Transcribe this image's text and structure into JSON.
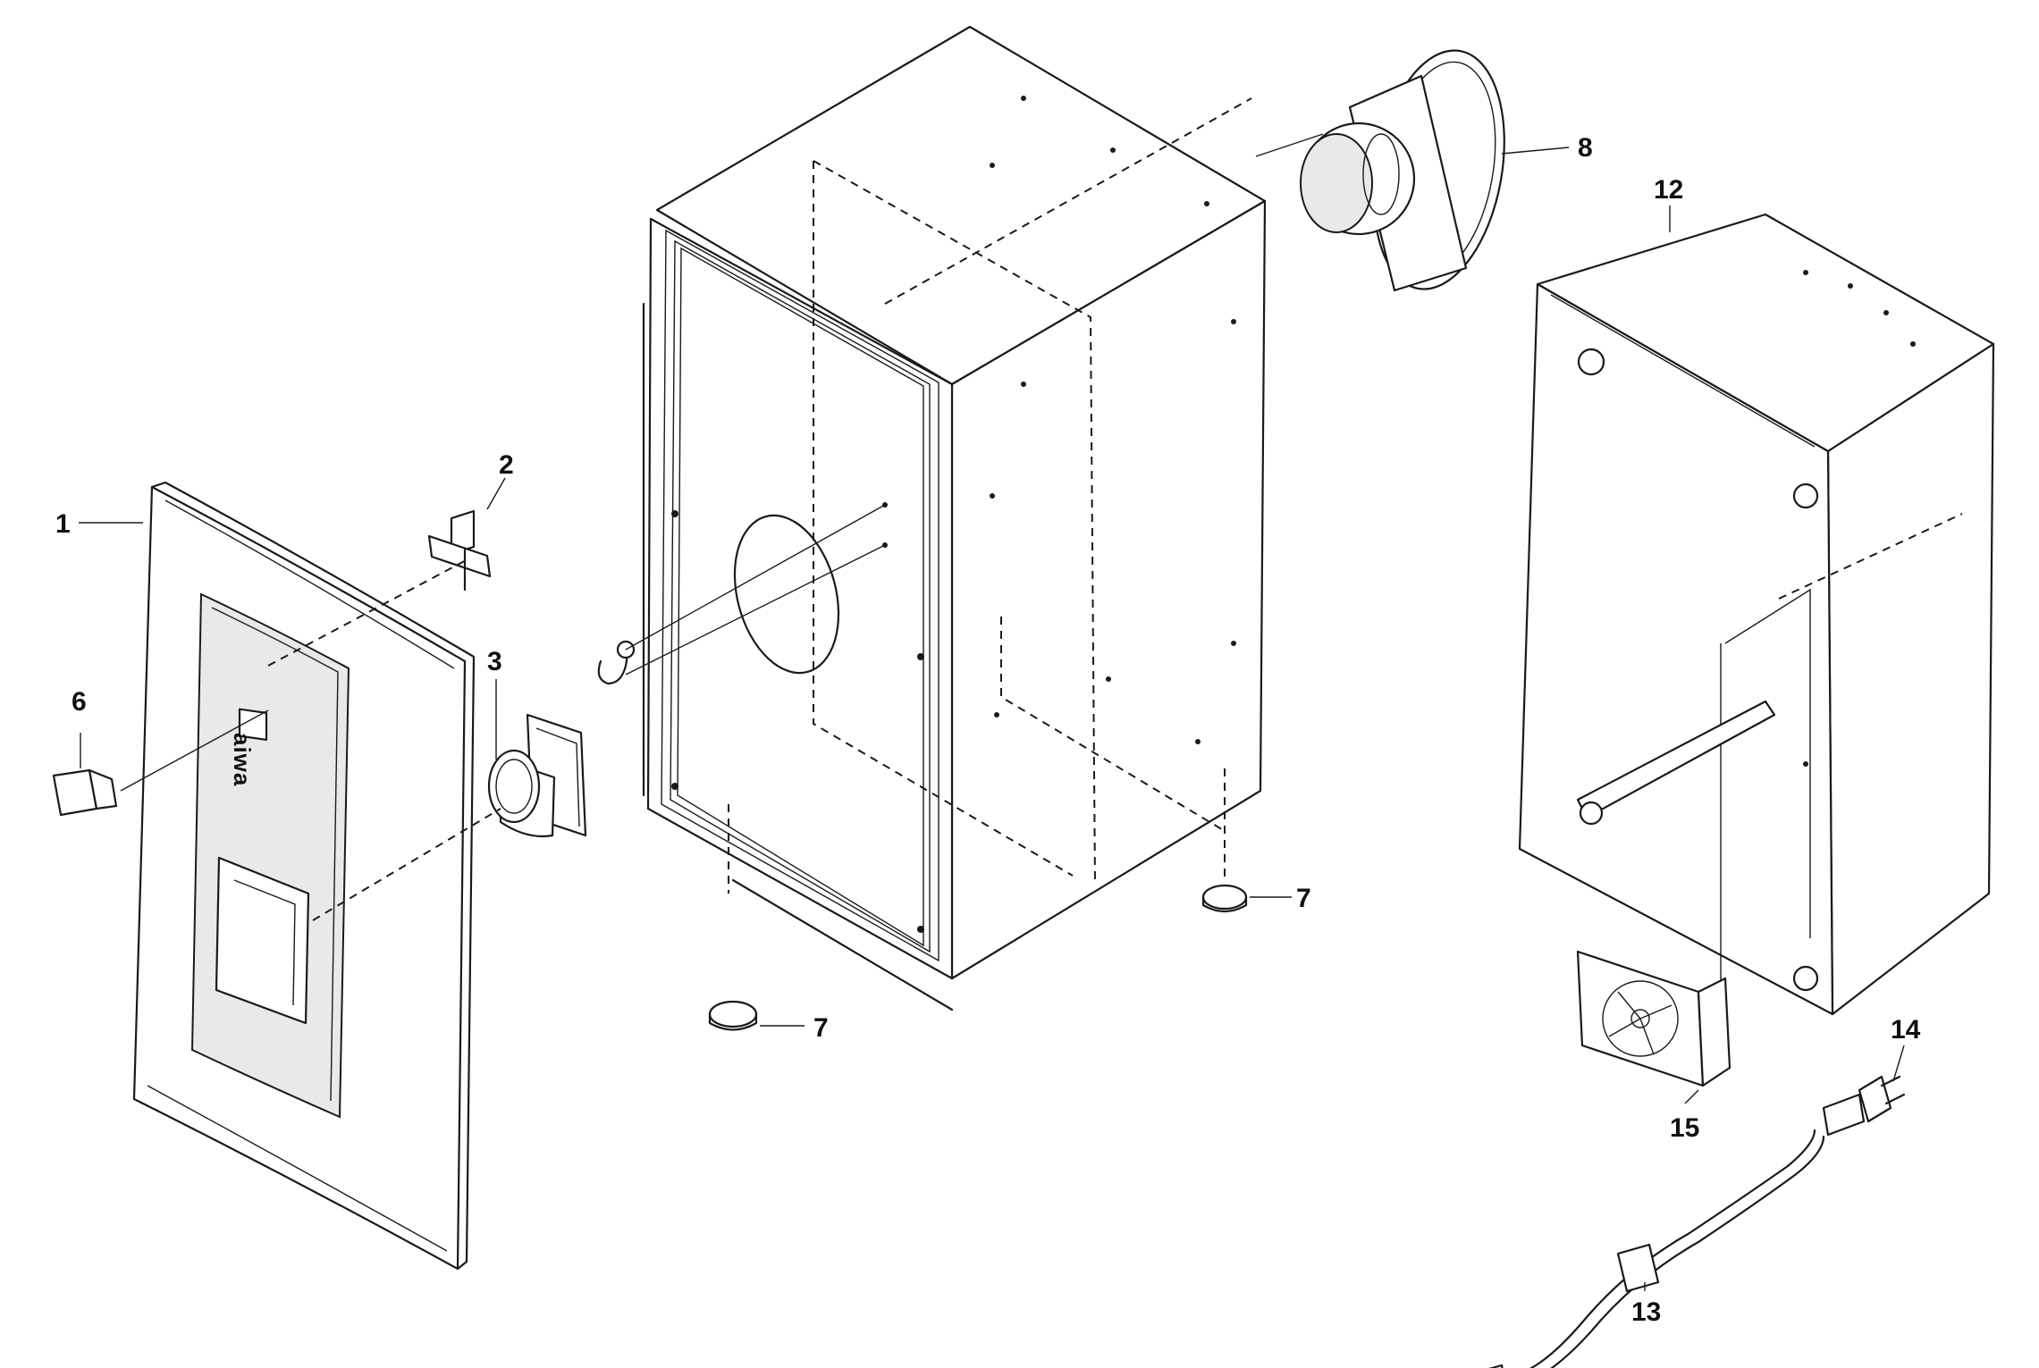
{
  "brand_logo_text": "aiwa",
  "callouts": [
    {
      "id": "front-grille",
      "label": "1"
    },
    {
      "id": "bracket",
      "label": "2"
    },
    {
      "id": "port-tube",
      "label": "3"
    },
    {
      "id": "button-cap",
      "label": "6"
    },
    {
      "id": "foot-right",
      "label": "7"
    },
    {
      "id": "foot-left",
      "label": "7"
    },
    {
      "id": "woofer",
      "label": "8"
    },
    {
      "id": "rear-cabinet",
      "label": "12"
    },
    {
      "id": "cord-clamp",
      "label": "13"
    },
    {
      "id": "ac-plug",
      "label": "14"
    },
    {
      "id": "cooling-fan",
      "label": "15"
    }
  ]
}
